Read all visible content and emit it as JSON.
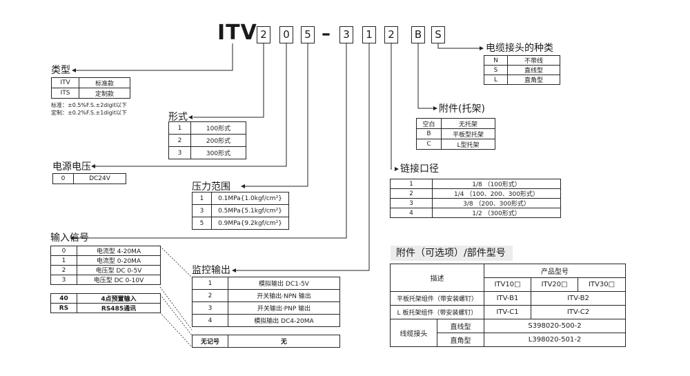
{
  "model_code": {
    "prefix": "ITV",
    "digits": [
      "2",
      "0",
      "5"
    ],
    "dash": "–",
    "suffix_digits": [
      "3",
      "1",
      "2"
    ],
    "letters": [
      "B",
      "S"
    ]
  },
  "type": {
    "title": "类型",
    "rows": [
      [
        "ITV",
        "标准款"
      ],
      [
        "ITS",
        "定制款"
      ]
    ],
    "notes": [
      "标准：±0.5%F.S.±2digit以下",
      "定制：±0.2%F.S.±1digit以下"
    ]
  },
  "form": {
    "title": "形式",
    "rows": [
      [
        "1",
        "100形式"
      ],
      [
        "2",
        "200形式"
      ],
      [
        "3",
        "300形式"
      ]
    ]
  },
  "voltage": {
    "title": "电源电压",
    "rows": [
      [
        "0",
        "DC24V"
      ]
    ]
  },
  "pressure": {
    "title": "压力范围",
    "rows": [
      [
        "1",
        "0.1MPa{1.0kgf/cm²}"
      ],
      [
        "3",
        "0.5MPa{5.1kgf/cm²}"
      ],
      [
        "5",
        "0.9MPa{9.2kgf/cm²}"
      ]
    ]
  },
  "input_signal": {
    "title": "输入信号",
    "rows": [
      [
        "0",
        "电流型 4-20MA"
      ],
      [
        "1",
        "电流型 0-20MA"
      ],
      [
        "2",
        "电压型 DC 0-5V"
      ],
      [
        "3",
        "电压型 DC 0-10V"
      ]
    ],
    "extra_rows": [
      [
        "40",
        "4点预置输入"
      ],
      [
        "RS",
        "RS485通讯"
      ]
    ]
  },
  "monitor_output": {
    "title": "监控输出",
    "rows": [
      [
        "1",
        "模拟输出 DC1-5V"
      ],
      [
        "2",
        "开关输出·NPN 输出"
      ],
      [
        "3",
        "开关输出·PNP 输出"
      ],
      [
        "4",
        "模拟输出 DC4-20MA"
      ]
    ],
    "extra_rows": [
      [
        "无记号",
        "无"
      ]
    ]
  },
  "cable": {
    "title": "电缆接头的种类",
    "rows": [
      [
        "N",
        "不带线"
      ],
      [
        "S",
        "直线型"
      ],
      [
        "L",
        "直角型"
      ]
    ]
  },
  "bracket": {
    "title": "附件(托架)",
    "rows": [
      [
        "空白",
        "无托架"
      ],
      [
        "B",
        "平板型托架"
      ],
      [
        "C",
        "L型托架"
      ]
    ]
  },
  "port": {
    "title": "链接口径",
    "rows": [
      [
        "1",
        "1/8 （100形式）"
      ],
      [
        "2",
        "1/4 （100、200、300形式）"
      ],
      [
        "3",
        "3/8 （200、300形式）"
      ],
      [
        "4",
        "1/2 （300形式）"
      ]
    ]
  },
  "accessory": {
    "title": "附件（可选项）/部件型号",
    "header_desc": "描述",
    "header_product": "产品型号",
    "models": [
      "ITV10□",
      "ITV20□",
      "ITV30□"
    ],
    "row_flat_label": "平板托架组件（带安装螺钉）",
    "row_flat_v1": "ITV-B1",
    "row_flat_v2": "ITV-B2",
    "row_l_label": "L 板托架组件（带安装螺钉）",
    "row_l_v1": "ITV-C1",
    "row_l_v2": "ITV-C2",
    "cable_label": "线缆接头",
    "cable_straight": "直线型",
    "cable_straight_part": "S398020-500-2",
    "cable_right": "直角型",
    "cable_right_part": "L398020-501-2"
  }
}
